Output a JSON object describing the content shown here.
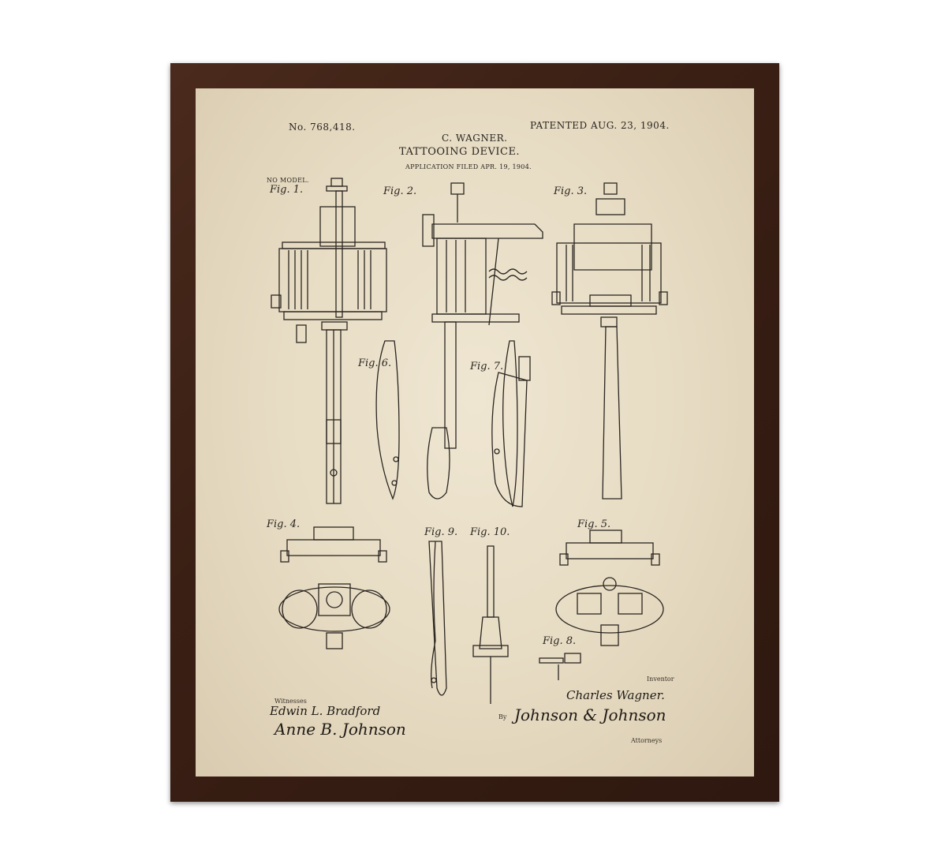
{
  "patent": {
    "number": "No. 768,418.",
    "patented": "PATENTED AUG. 23, 1904.",
    "inventor": "C. WAGNER.",
    "title": "TATTOOING DEVICE.",
    "application": "APPLICATION FILED APR. 19, 1904.",
    "model": "NO MODEL."
  },
  "figures": {
    "fig1": "Fig. 1.",
    "fig2": "Fig. 2.",
    "fig3": "Fig. 3.",
    "fig4": "Fig. 4.",
    "fig5": "Fig. 5.",
    "fig6": "Fig. 6.",
    "fig7": "Fig. 7.",
    "fig8": "Fig. 8.",
    "fig9": "Fig. 9.",
    "fig10": "Fig. 10."
  },
  "signatures": {
    "witnesses_label": "Witnesses",
    "witness1": "Edwin L. Bradford",
    "witness2": "Anne B. Johnson",
    "inventor_label": "Inventor",
    "inventor_sig": "Charles Wagner.",
    "by_label": "By",
    "attorney_sig": "Johnson & Johnson",
    "attorneys_label": "Attorneys"
  }
}
